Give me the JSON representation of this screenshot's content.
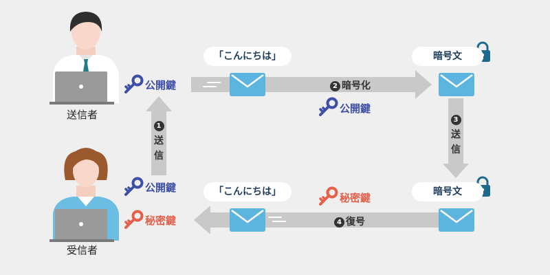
{
  "people": {
    "sender_label": "送信者",
    "receiver_label": "受信者"
  },
  "keys": {
    "public_key": "公開鍵",
    "secret_key": "秘密鍵"
  },
  "messages": {
    "plaintext_top": "「こんにちは」",
    "plaintext_bottom": "「こんにちは」",
    "ciphertext_top": "暗号文",
    "ciphertext_bottom": "暗号文"
  },
  "steps": {
    "step1": {
      "num": "1",
      "chars": [
        "送",
        "信"
      ]
    },
    "step2": {
      "num": "2",
      "text": "暗号化"
    },
    "step3": {
      "num": "3",
      "chars": [
        "送",
        "信"
      ]
    },
    "step4": {
      "num": "4",
      "text": "復号"
    }
  },
  "colors": {
    "public_key": "#3d4fa6",
    "secret_key": "#e5604a",
    "envelope": "#5bb5df",
    "lock": "#1e6a8c",
    "arrow": "#c9c9c9"
  }
}
